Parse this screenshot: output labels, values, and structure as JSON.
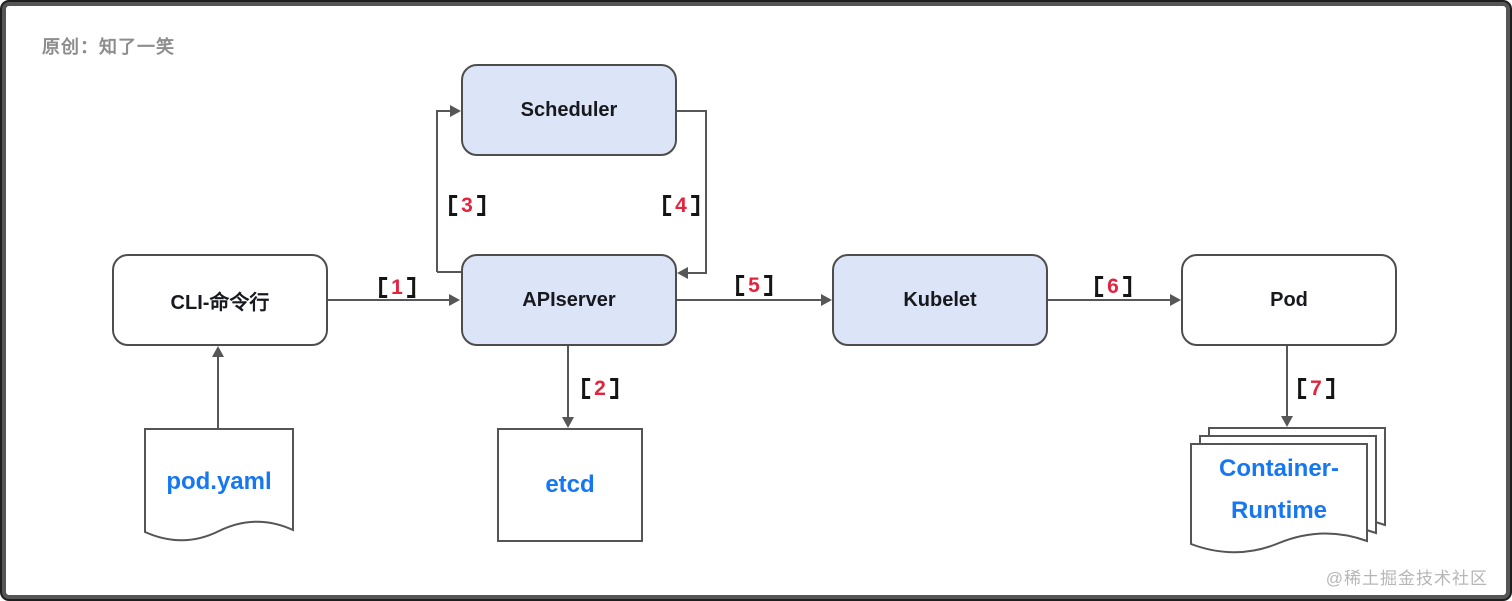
{
  "credit": "原创：知了一笑",
  "watermark": "@稀土掘金技术社区",
  "brackets": {
    "open": "【",
    "close": "】"
  },
  "steps": [
    "1",
    "2",
    "3",
    "4",
    "5",
    "6",
    "7"
  ],
  "nodes": {
    "cli": {
      "label": "CLI-命令行"
    },
    "scheduler": {
      "label": "Scheduler"
    },
    "apiserver": {
      "label": "APIserver"
    },
    "kubelet": {
      "label": "Kubelet"
    },
    "pod": {
      "label": "Pod"
    },
    "pod_yaml": {
      "label": "pod.yaml"
    },
    "etcd": {
      "label": "etcd"
    },
    "container_runtime": {
      "label_line1": "Container-",
      "label_line2": "Runtime"
    }
  },
  "edges": [
    {
      "from": "pod.yaml",
      "to": "CLI-命令行",
      "step": ""
    },
    {
      "from": "CLI-命令行",
      "to": "APIserver",
      "step": "1"
    },
    {
      "from": "APIserver",
      "to": "etcd",
      "step": "2"
    },
    {
      "from": "APIserver",
      "to": "Scheduler",
      "step": "3"
    },
    {
      "from": "Scheduler",
      "to": "APIserver",
      "step": "4"
    },
    {
      "from": "APIserver",
      "to": "Kubelet",
      "step": "5"
    },
    {
      "from": "Kubelet",
      "to": "Pod",
      "step": "6"
    },
    {
      "from": "Pod",
      "to": "Container-Runtime",
      "step": "7"
    }
  ],
  "colors": {
    "node_fill_blue": "#dce5f7",
    "node_border": "#4d4d4d",
    "arrow": "#575757",
    "step_number": "#e3243f",
    "file_label_blue": "#1677f2"
  }
}
